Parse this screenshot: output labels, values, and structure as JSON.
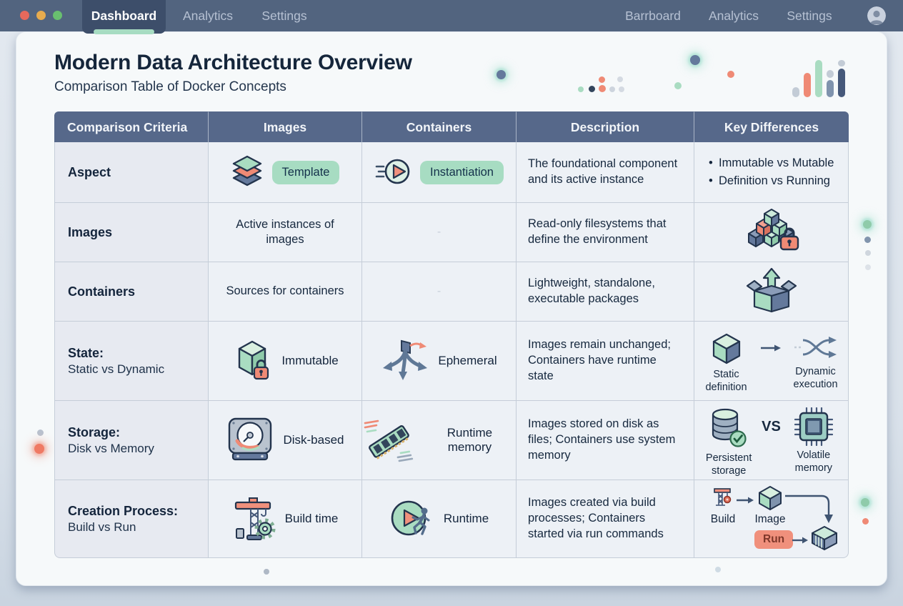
{
  "titlebar": {
    "tabs_left": [
      {
        "label": "Dashboard",
        "active": true
      },
      {
        "label": "Analytics",
        "active": false
      },
      {
        "label": "Settings",
        "active": false
      }
    ],
    "tabs_right": [
      {
        "label": "Barrboard"
      },
      {
        "label": "Analytics"
      },
      {
        "label": "Settings"
      }
    ]
  },
  "page": {
    "title": "Modern Data Architecture Overview",
    "subtitle": "Comparison Table of Docker Concepts"
  },
  "table": {
    "columns": [
      "Comparison Criteria",
      "Images",
      "Containers",
      "Description",
      "Key Differences"
    ],
    "rows": [
      {
        "criteria": "Aspect",
        "images_badge": "Template",
        "containers_badge": "Instantiation",
        "description": "The foundational component and its active instance",
        "key_bullets": [
          "Immutable vs Mutable",
          "Definition vs Running"
        ]
      },
      {
        "criteria": "Images",
        "images_text": "Active instances of images",
        "containers_text": "-",
        "description": "Read-only filesystems that define the environment"
      },
      {
        "criteria": "Containers",
        "images_text": "Sources for containers",
        "containers_text": "-",
        "description": "Lightweight, standalone, executable packages"
      },
      {
        "criteria": "State:",
        "criteria_sub": "Static vs Dynamic",
        "images_label": "Immutable",
        "containers_label": "Ephemeral",
        "description": "Images remain unchanged; Containers have runtime state",
        "key_left_label": "Static definition",
        "key_right_label": "Dynamic execution"
      },
      {
        "criteria": "Storage:",
        "criteria_sub": "Disk vs Memory",
        "images_label": "Disk-based",
        "containers_label": "Runtime memory",
        "description": "Images stored on disk as files; Containers use system memory",
        "key_left_label": "Persistent storage",
        "key_vs": "VS",
        "key_right_label": "Volatile memory"
      },
      {
        "criteria": "Creation Process:",
        "criteria_sub": "Build vs Run",
        "images_label": "Build time",
        "containers_label": "Runtime",
        "description": "Images created via build processes; Containers started via run commands",
        "flow_build": "Build",
        "flow_image": "Image",
        "flow_run": "Run"
      }
    ]
  },
  "icons": {
    "avatar-icon": "person-circle",
    "layers-icon": "stacked-diamonds",
    "play-speed-icon": "play-circle-with-motion-lines",
    "locked-cubes-icon": "cube-pyramid-with-padlock",
    "unboxing-icon": "open-box-with-up-arrow",
    "cube-lock-icon": "cube-with-padlock",
    "disperse-icon": "branching-arrows",
    "hdd-icon": "hard-disk-drive",
    "ram-icon": "memory-stick-with-motion-lines",
    "cube-icon": "isometric-cube",
    "shuffle-icon": "crossing-arrows",
    "database-check-icon": "db-cylinder-with-check",
    "chip-icon": "cpu-chip",
    "crane-icon": "construction-crane-with-gear",
    "runner-play-icon": "play-circle-with-running-figure",
    "container-box-icon": "striped-isometric-container"
  },
  "colors": {
    "titlebar": "#52647f",
    "active_tab": "#3d4e6a",
    "table_header": "#56688a",
    "accent_mint": "#a7dcc2",
    "accent_salmon": "#f0907c",
    "text_navy": "#14253c"
  }
}
